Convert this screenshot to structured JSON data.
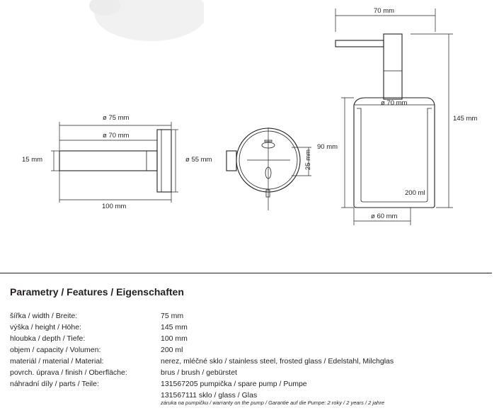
{
  "drawing": {
    "front": {
      "d75": "ø 75 mm",
      "d70": "ø 70 mm",
      "h15": "15 mm",
      "d55": "ø 55 mm",
      "w100": "100 mm"
    },
    "back": {
      "d25": "25 mm"
    },
    "side": {
      "w70": "70 mm",
      "d70": "ø 70 mm",
      "h90": "90 mm",
      "h145": "145 mm",
      "vol": "200 ml",
      "d60": "ø 60 mm"
    }
  },
  "section_title": "Parametry / Features / Eigenschaften",
  "specs": [
    {
      "label": "šířka / width / Breite:",
      "value": "75 mm"
    },
    {
      "label": "výška / height / Höhe:",
      "value": "145 mm"
    },
    {
      "label": "hloubka / depth / Tiefe:",
      "value": "100 mm"
    },
    {
      "label": "objem / capacity / Volumen:",
      "value": "200 ml"
    },
    {
      "label": "materiál / material / Material:",
      "value": "nerez,  mléčné sklo / stainless steel, frosted glass / Edelstahl, Milchglas"
    },
    {
      "label": "povrch. úprava / finish / Oberfläche:",
      "value": "brus / brush / gebürstet"
    },
    {
      "label": "náhradní díly / parts / Teile:",
      "value": "131567205  pumpička / spare pump / Pumpe"
    },
    {
      "label": "",
      "value": "131567111  sklo / glass / Glas"
    }
  ],
  "warranty_note": "záruka na pumpičku / warranty on the pump / Garantie auf die Pumpe: 2 roky / 2 years / 2 jahre"
}
